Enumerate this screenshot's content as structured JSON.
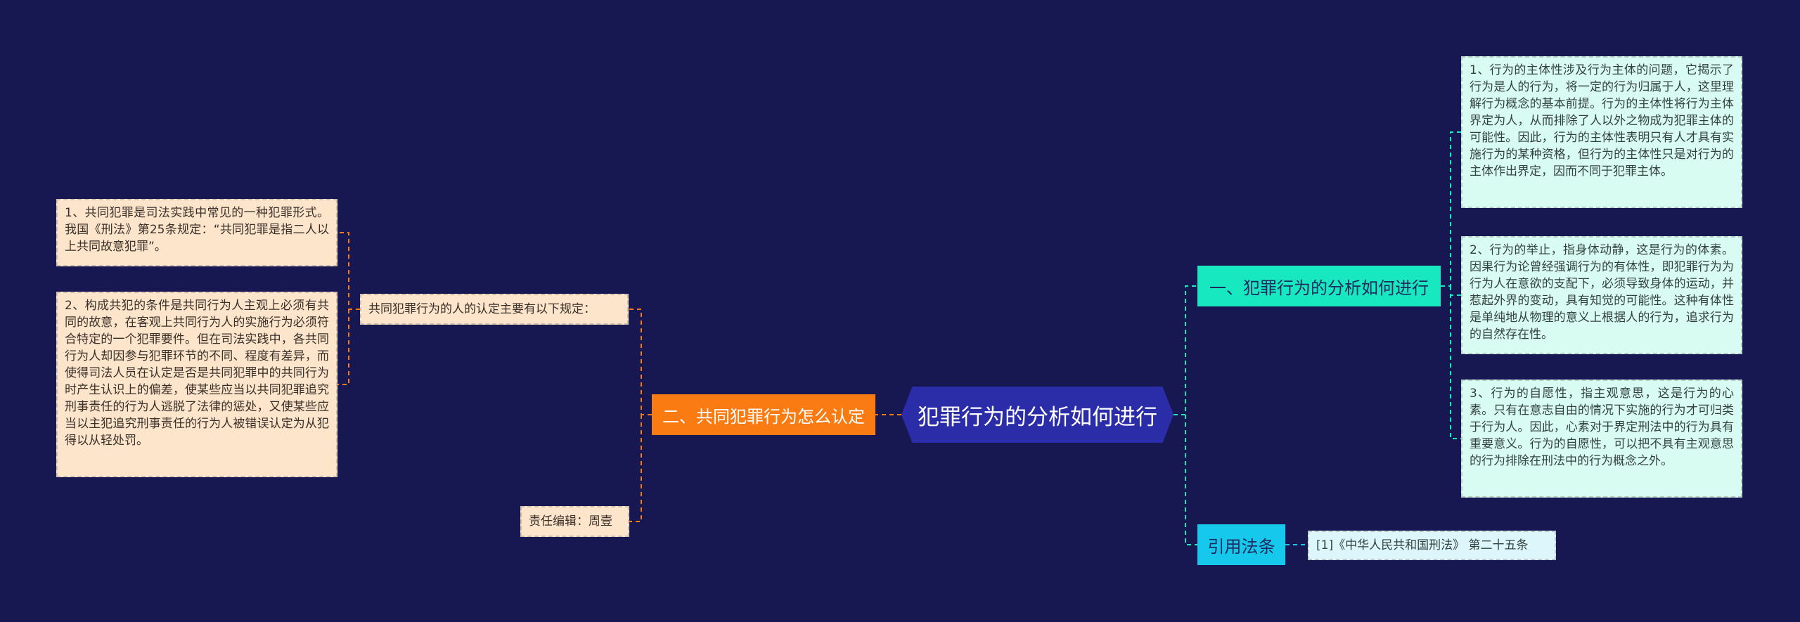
{
  "root": {
    "label": "犯罪行为的分析如何进行"
  },
  "branches": {
    "left": {
      "label": "二、共同犯罪行为怎么认定"
    },
    "right_top": {
      "label": "一、犯罪行为的分析如何进行"
    },
    "right_bottom": {
      "label": "引用法条"
    }
  },
  "left_children": {
    "rules": {
      "label": "共同犯罪行为的人的认定主要有以下规定："
    },
    "editor": {
      "label": "责任编辑：周壹"
    }
  },
  "left_notes": [
    {
      "text": "1、共同犯罪是司法实践中常见的一种犯罪形式。我国《刑法》第25条规定：“共同犯罪是指二人以上共同故意犯罪”。"
    },
    {
      "text": "2、构成共犯的条件是共同行为人主观上必须有共同的故意，在客观上共同行为人的实施行为必须符合特定的一个犯罪要件。但在司法实践中，各共同行为人却因参与犯罪环节的不同、程度有差异，而使得司法人员在认定是否是共同犯罪中的共同行为时产生认识上的偏差，使某些应当以共同犯罪追究刑事责任的行为人逃脱了法律的惩处，又使某些应当以主犯追究刑事责任的行为人被错误认定为从犯得以从轻处罚。"
    }
  ],
  "right_notes": [
    {
      "text": "1、行为的主体性涉及行为主体的问题，它揭示了行为是人的行为，将一定的行为归属于人，这里理解行为概念的基本前提。行为的主体性将行为主体界定为人，从而排除了人以外之物成为犯罪主体的可能性。因此，行为的主体性表明只有人才具有实施行为的某种资格，但行为的主体性只是对行为的主体作出界定，因而不同于犯罪主体。"
    },
    {
      "text": "2、行为的举止，指身体动静，这是行为的体素。因果行为论曾经强调行为的有体性，即犯罪行为为行为人在意欲的支配下，必须导致身体的运动，并惹起外界的变动，具有知觉的可能性。这种有体性是单纯地从物理的意义上根据人的行为，追求行为的自然存在性。"
    },
    {
      "text": "3、行为的自愿性，指主观意思，这是行为的心素。只有在意志自由的情况下实施的行为才可归类于行为人。因此，心素对于界定刑法中的行为具有重要意义。行为的自愿性，可以把不具有主观意思的行为排除在刑法中的行为概念之外。"
    }
  ],
  "law": {
    "text": "[1]《中华人民共和国刑法》 第二十五条"
  },
  "colors": {
    "background": "#171852",
    "root": "#2a2ca8",
    "left_branch": "#f97b12",
    "right_branch": "#17e8c0",
    "law_branch": "#16c8ec",
    "left_leaf": "#fde5cc",
    "right_leaf": "#d8fbf2",
    "law_leaf": "#dcf6fb"
  }
}
